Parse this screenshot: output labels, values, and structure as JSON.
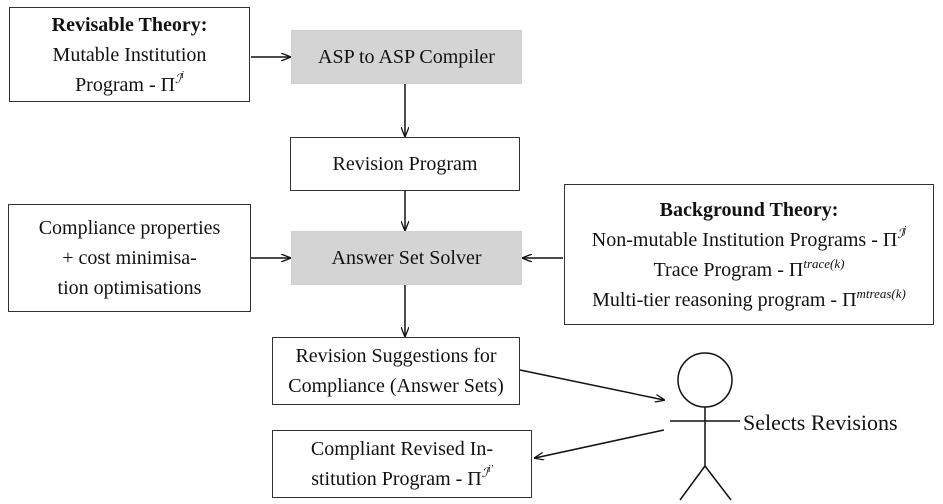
{
  "revisable": {
    "title": "Revisable Theory:",
    "line1": "Mutable Institution",
    "line2": "Program - Π",
    "sup": "ℐ",
    "sup_sub": "i"
  },
  "compiler": {
    "label": "ASP to ASP Compiler"
  },
  "revision_program": {
    "label": "Revision Program"
  },
  "compliance": {
    "line1": "Compliance properties",
    "line2": "+ cost minimisa-",
    "line3": "tion optimisations"
  },
  "solver": {
    "label": "Answer Set Solver"
  },
  "background": {
    "title": "Background Theory:",
    "line1": "Non-mutable Institution Programs - Π",
    "line1_sup": "ℐ",
    "line1_sup_sub": "j",
    "line2": "Trace Program - Π",
    "line2_sup": "trace(k)",
    "line3": "Multi-tier reasoning program - Π",
    "line3_sup": "mtreas(k)"
  },
  "suggestions": {
    "line1": "Revision Suggestions for",
    "line2": "Compliance (Answer Sets)"
  },
  "selects": {
    "label": "Selects Revisions"
  },
  "compliant": {
    "line1": "Compliant Revised In-",
    "line2": "stitution Program - Π",
    "sup": "ℐ",
    "sup_sub": "i′"
  }
}
